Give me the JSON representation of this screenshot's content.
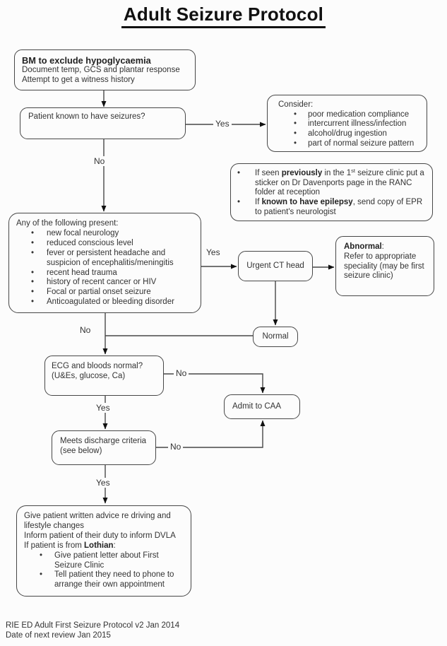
{
  "page": {
    "title": "Adult Seizure Protocol",
    "footer_line1": "RIE ED Adult First Seizure Protocol v2 Jan 2014",
    "footer_line2": "Date of next review Jan 2015"
  },
  "colors": {
    "ink": "#333333",
    "border": "#474747",
    "arrow": "#111111",
    "background": "#fcfcfc"
  },
  "boxes": {
    "assessment": {
      "heading": "BM to exclude hypoglycaemia",
      "line1": "Document temp, GCS and plantar response",
      "line2": "Attempt to get a witness history"
    },
    "known_seizures": {
      "text": "Patient known to have seizures?"
    },
    "consider": {
      "heading": "Consider:",
      "bullet1": "poor medication compliance",
      "bullet2": "intercurrent illness/infection",
      "bullet3": "alcohol/drug ingestion",
      "bullet4": "part of normal seizure pattern"
    },
    "clinic_note": {
      "bullet1": {
        "pre": "If seen ",
        "bold": "previously",
        "mid": " in the 1",
        "sup": "st",
        "post": " seizure clinic put a sticker on Dr Davenports page in the RANC folder at reception"
      },
      "bullet2": {
        "pre": "If ",
        "bold": "known to have epilepsy",
        "post": ", send copy of EPR to patient's neurologist"
      }
    },
    "red_flags": {
      "heading": "Any of the following present:",
      "bullet1": "new focal neurology",
      "bullet2": "reduced conscious level",
      "bullet3": "fever or persistent headache and suspicion of encephalitis/meningitis",
      "bullet4": "recent head trauma",
      "bullet5": "history of recent cancer or HIV",
      "bullet6": "Focal or partial onset seizure",
      "bullet7": "Anticoagulated or bleeding disorder"
    },
    "urgent_ct": {
      "text": "Urgent CT head"
    },
    "abnormal": {
      "bold": "Abnormal",
      "colon": ":",
      "body": "Refer to appropriate speciality (may be first seizure clinic)"
    },
    "normal": {
      "text": "Normal"
    },
    "ecg": {
      "line1": "ECG and bloods normal?",
      "line2": "(U&Es, glucose, Ca)"
    },
    "admit": {
      "text": "Admit to CAA"
    },
    "discharge": {
      "line1": "Meets discharge criteria",
      "line2": "(see below)"
    },
    "advice": {
      "line1": "Give patient written advice re driving and lifestyle changes",
      "line2": "Inform patient of their duty to inform DVLA",
      "line3": {
        "pre": "If patient is from ",
        "bold": "Lothian",
        "post": ":"
      },
      "bullet1": "Give patient letter about First Seizure Clinic",
      "bullet2": "Tell patient they need to phone to arrange their own appointment"
    }
  },
  "edge_labels": {
    "known_yes": "Yes",
    "known_no": "No",
    "flags_yes": "Yes",
    "flags_no": "No",
    "ecg_no": "No",
    "ecg_yes": "Yes",
    "discharge_no": "No",
    "discharge_yes": "Yes"
  }
}
